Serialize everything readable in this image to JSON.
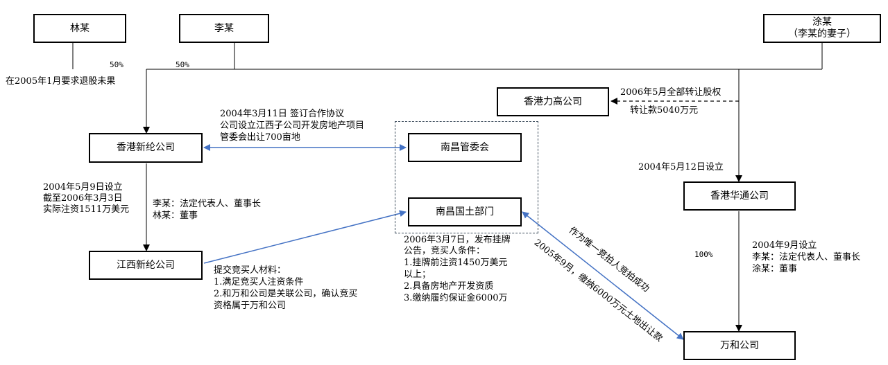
{
  "entities": {
    "lin": "林某",
    "li": "李某",
    "tu_name": "涂某",
    "tu_note": "（李某的妻子）",
    "hk_ligao": "香港力高公司",
    "hk_xinlun": "香港新纶公司",
    "nc_guanwei": "南昌管委会",
    "nc_guotu": "南昌国土部门",
    "hk_huatong": "香港华通公司",
    "jx_xinlun": "江西新纶公司",
    "wanhe": "万和公司"
  },
  "percentages": {
    "lin_share": "50%",
    "li_share": "50%",
    "huatong_wanhe": "100%"
  },
  "annotations": {
    "lin_exit": "在2005年1月要求退股未果",
    "transfer_1": "2006年5月全部转让股权",
    "transfer_2": "转让款5040万元",
    "agreement_1": "2004年3月11日 签订合作协议",
    "agreement_2": "公司设立江西子公司开发房地产项目",
    "agreement_3": "管委会出让700亩地",
    "huatong_est": "2004年5月12日设立",
    "jx_est_1": "2004年5月9日设立",
    "jx_est_2": "截至2006年3月3日",
    "jx_est_3": "实际注资1511万美元",
    "jx_roles_1": "李某：法定代表人、董事长",
    "jx_roles_2": "林某：董事",
    "announce_1": "2006年3月7日，发布挂牌",
    "announce_2": "公告，竞买人条件：",
    "announce_3": "1.挂牌前注资1450万美元",
    "announce_4": "以上；",
    "announce_5": "2.具备房地产开发资质",
    "announce_6": "3.缴纳履约保证金6000万",
    "submit_1": "提交竞买人材料：",
    "submit_2": "1.满足竞买人注资条件",
    "submit_3": "2.和万和公司是关联公司，确认竞买",
    "submit_4": "资格属于万和公司",
    "wanhe_est_1": "2004年9月设立",
    "wanhe_est_2": "李某：法定代表人、董事长",
    "wanhe_est_3": "涂某：董事",
    "diag_1": "作为唯一竞拍人竞拍成功",
    "diag_2": "2005年9月，缴纳6000万元土地出让款"
  },
  "colors": {
    "line": "#000000",
    "arrow_blue": "#4472c4",
    "dashed_border": "#3a4a5a"
  }
}
